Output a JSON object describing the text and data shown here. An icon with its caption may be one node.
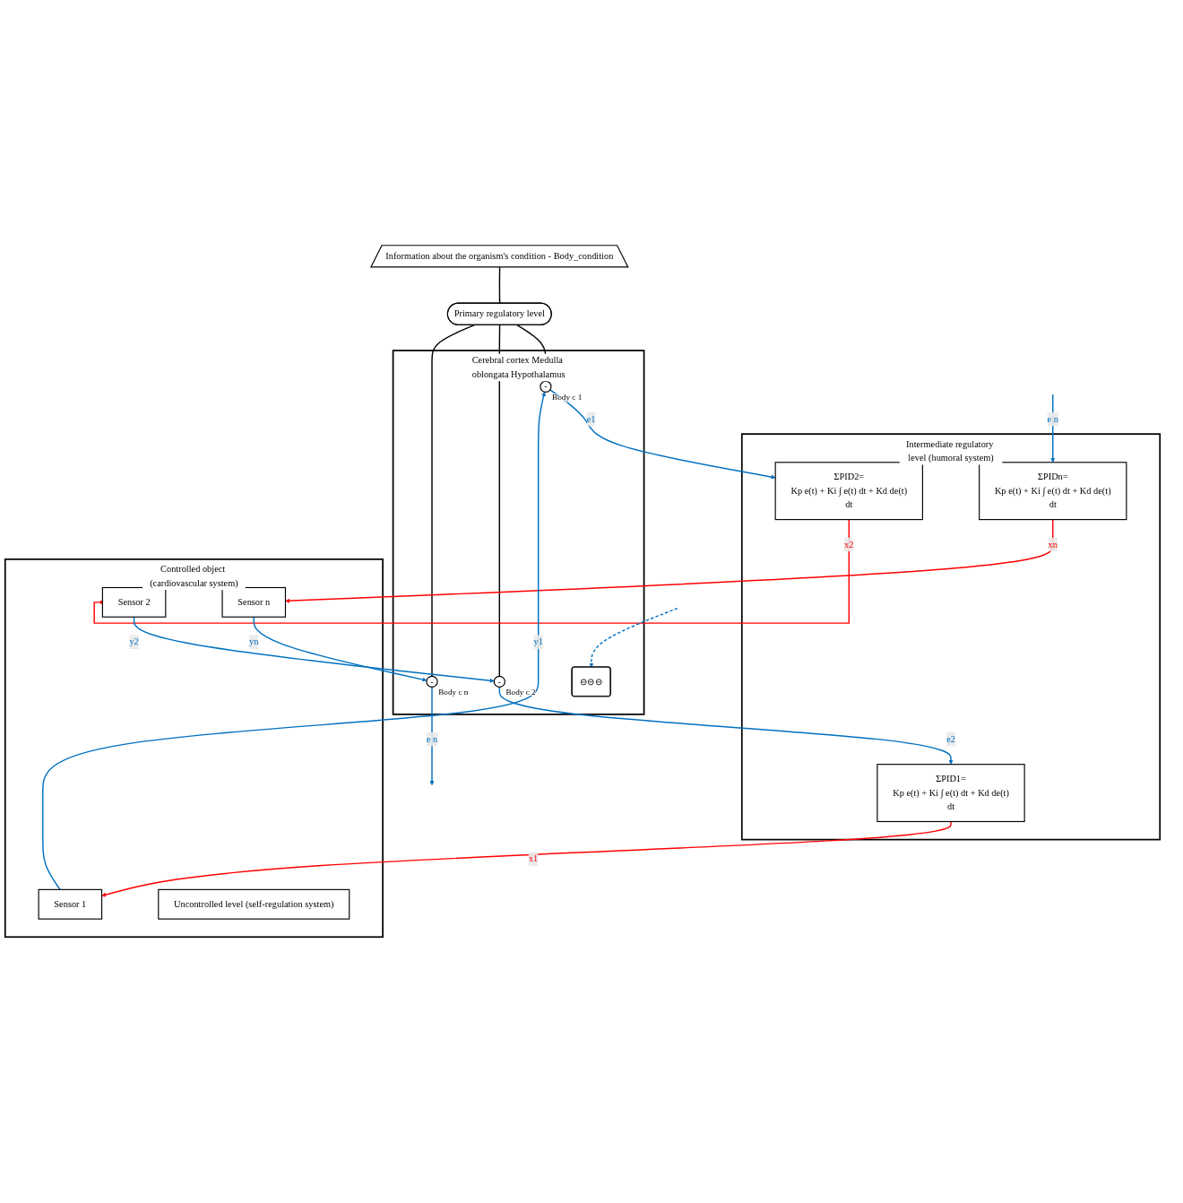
{
  "diagram": {
    "nodes": [
      {
        "text": [
          "Information about the organism's condition - Body_condition"
        ]
      },
      {
        "text": [
          "Primary regulatory level"
        ]
      },
      {
        "text": [
          "Cerebral cortex Medulla oblongata Hypothalamus"
        ]
      },
      {
        "text": [
          "-"
        ],
        "beside": [
          "Body c 1"
        ],
        "in": 2
      },
      {
        "text": [
          "-"
        ],
        "beside": [
          "Body c 2"
        ],
        "in": 2
      },
      {
        "text": [
          "-"
        ],
        "beside": [
          "Body c n"
        ],
        "in": 2
      },
      {
        "text": [
          "⊖⊖⊖"
        ],
        "in": 2
      },
      {
        "text": [
          "Intermediate regulatory level (humoral system)"
        ]
      },
      {
        "text": [
          "ΣPID1=",
          "Kp e(t) + Ki ∫ e(t) dt + Kd de(t)",
          "dt"
        ],
        "in": 7
      },
      {
        "text": [
          "ΣPID2=",
          "Kp e(t) + Ki ∫ e(t) dt + Kd de(t)",
          "dt"
        ],
        "in": 7
      },
      {
        "text": [
          "ΣPIDn=",
          "Kp e(t) + Ki ∫ e(t) dt + Kd de(t)",
          "dt"
        ],
        "in": 7
      },
      {
        "text": [
          "Controlled object (cardiovascular system)"
        ]
      },
      {
        "text": [
          "Sensor 1"
        ],
        "in": 11
      },
      {
        "text": [
          "Sensor 2"
        ],
        "in": 11
      },
      {
        "text": [
          "Sensor n"
        ],
        "in": 11
      },
      {
        "text": [
          "Uncontrolled level (self-regulation system)"
        ],
        "in": 11
      }
    ],
    "edges": [
      {
        "from": 0,
        "to": 1,
        "arrow": "none",
        "color": "#000000"
      },
      {
        "from": 1,
        "to": 3,
        "arrow": "none",
        "color": "#000000"
      },
      {
        "from": 1,
        "to": 4,
        "arrow": "none",
        "color": "#000000"
      },
      {
        "from": 1,
        "to": 5,
        "arrow": "none",
        "color": "#000000"
      },
      {
        "from": 3,
        "to": 9,
        "label": "e1",
        "arrow": "to"
      },
      {
        "from": 4,
        "to": 8,
        "label": "e2",
        "arrow": "to"
      },
      {
        "from": 5,
        "to": null,
        "label": "e n",
        "arrow": "to"
      },
      {
        "from": null,
        "to": 10,
        "label": "e n",
        "arrow": "to"
      },
      {
        "from": 8,
        "to": 12,
        "label": "x1",
        "arrow": "to",
        "color": "#ff0000"
      },
      {
        "from": 9,
        "to": 13,
        "label": "x2",
        "arrow": "to",
        "color": "#ff0000"
      },
      {
        "from": 10,
        "to": 14,
        "label": "xn",
        "arrow": "to",
        "color": "#ff0000"
      },
      {
        "from": 12,
        "to": 3,
        "label": "y1",
        "arrow": "to"
      },
      {
        "from": 13,
        "to": 4,
        "label": "y2",
        "arrow": "to"
      },
      {
        "from": 14,
        "to": 5,
        "label": "yn",
        "arrow": "to"
      },
      {
        "from": null,
        "to": 6,
        "arrow": "to",
        "style": "dashed"
      }
    ]
  }
}
